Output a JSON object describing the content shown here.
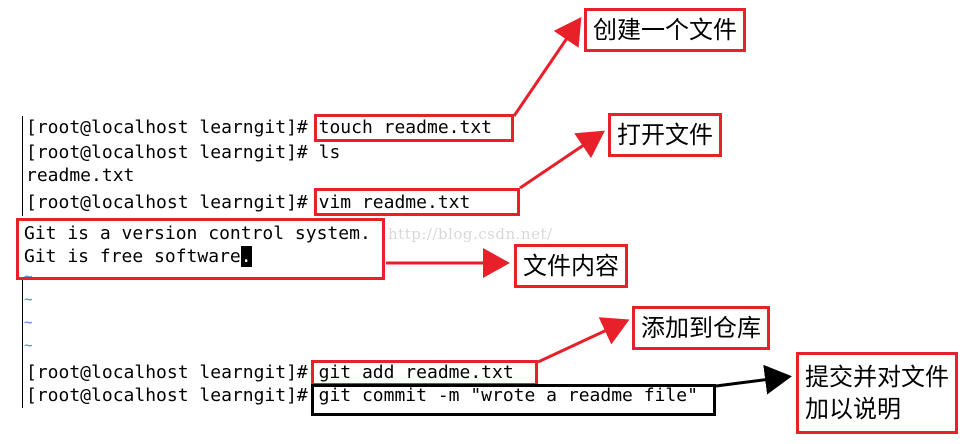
{
  "terminal": {
    "prompt": "[root@localhost learngit]# ",
    "cmd_touch": "touch readme.txt",
    "cmd_ls": "ls",
    "out_ls": "readme.txt",
    "cmd_vim": "vim readme.txt",
    "file_line1": "Git is a version control system.",
    "file_line2": "Git is free software",
    "cursor_char": ".",
    "tilde": "~",
    "cmd_add": "git add readme.txt",
    "cmd_commit": "git commit -m \"wrote a readme file\""
  },
  "watermark": "http://blog.csdn.net/",
  "annotations": {
    "create_file": "创建一个文件",
    "open_file": "打开文件",
    "file_content": "文件内容",
    "add_to_repo": "添加到仓库",
    "commit_line1": "提交并对文件",
    "commit_line2": "加以说明"
  },
  "colors": {
    "highlight_red": "#e8202a",
    "highlight_black": "#000000",
    "vim_tilde": "#4d7fd6"
  }
}
